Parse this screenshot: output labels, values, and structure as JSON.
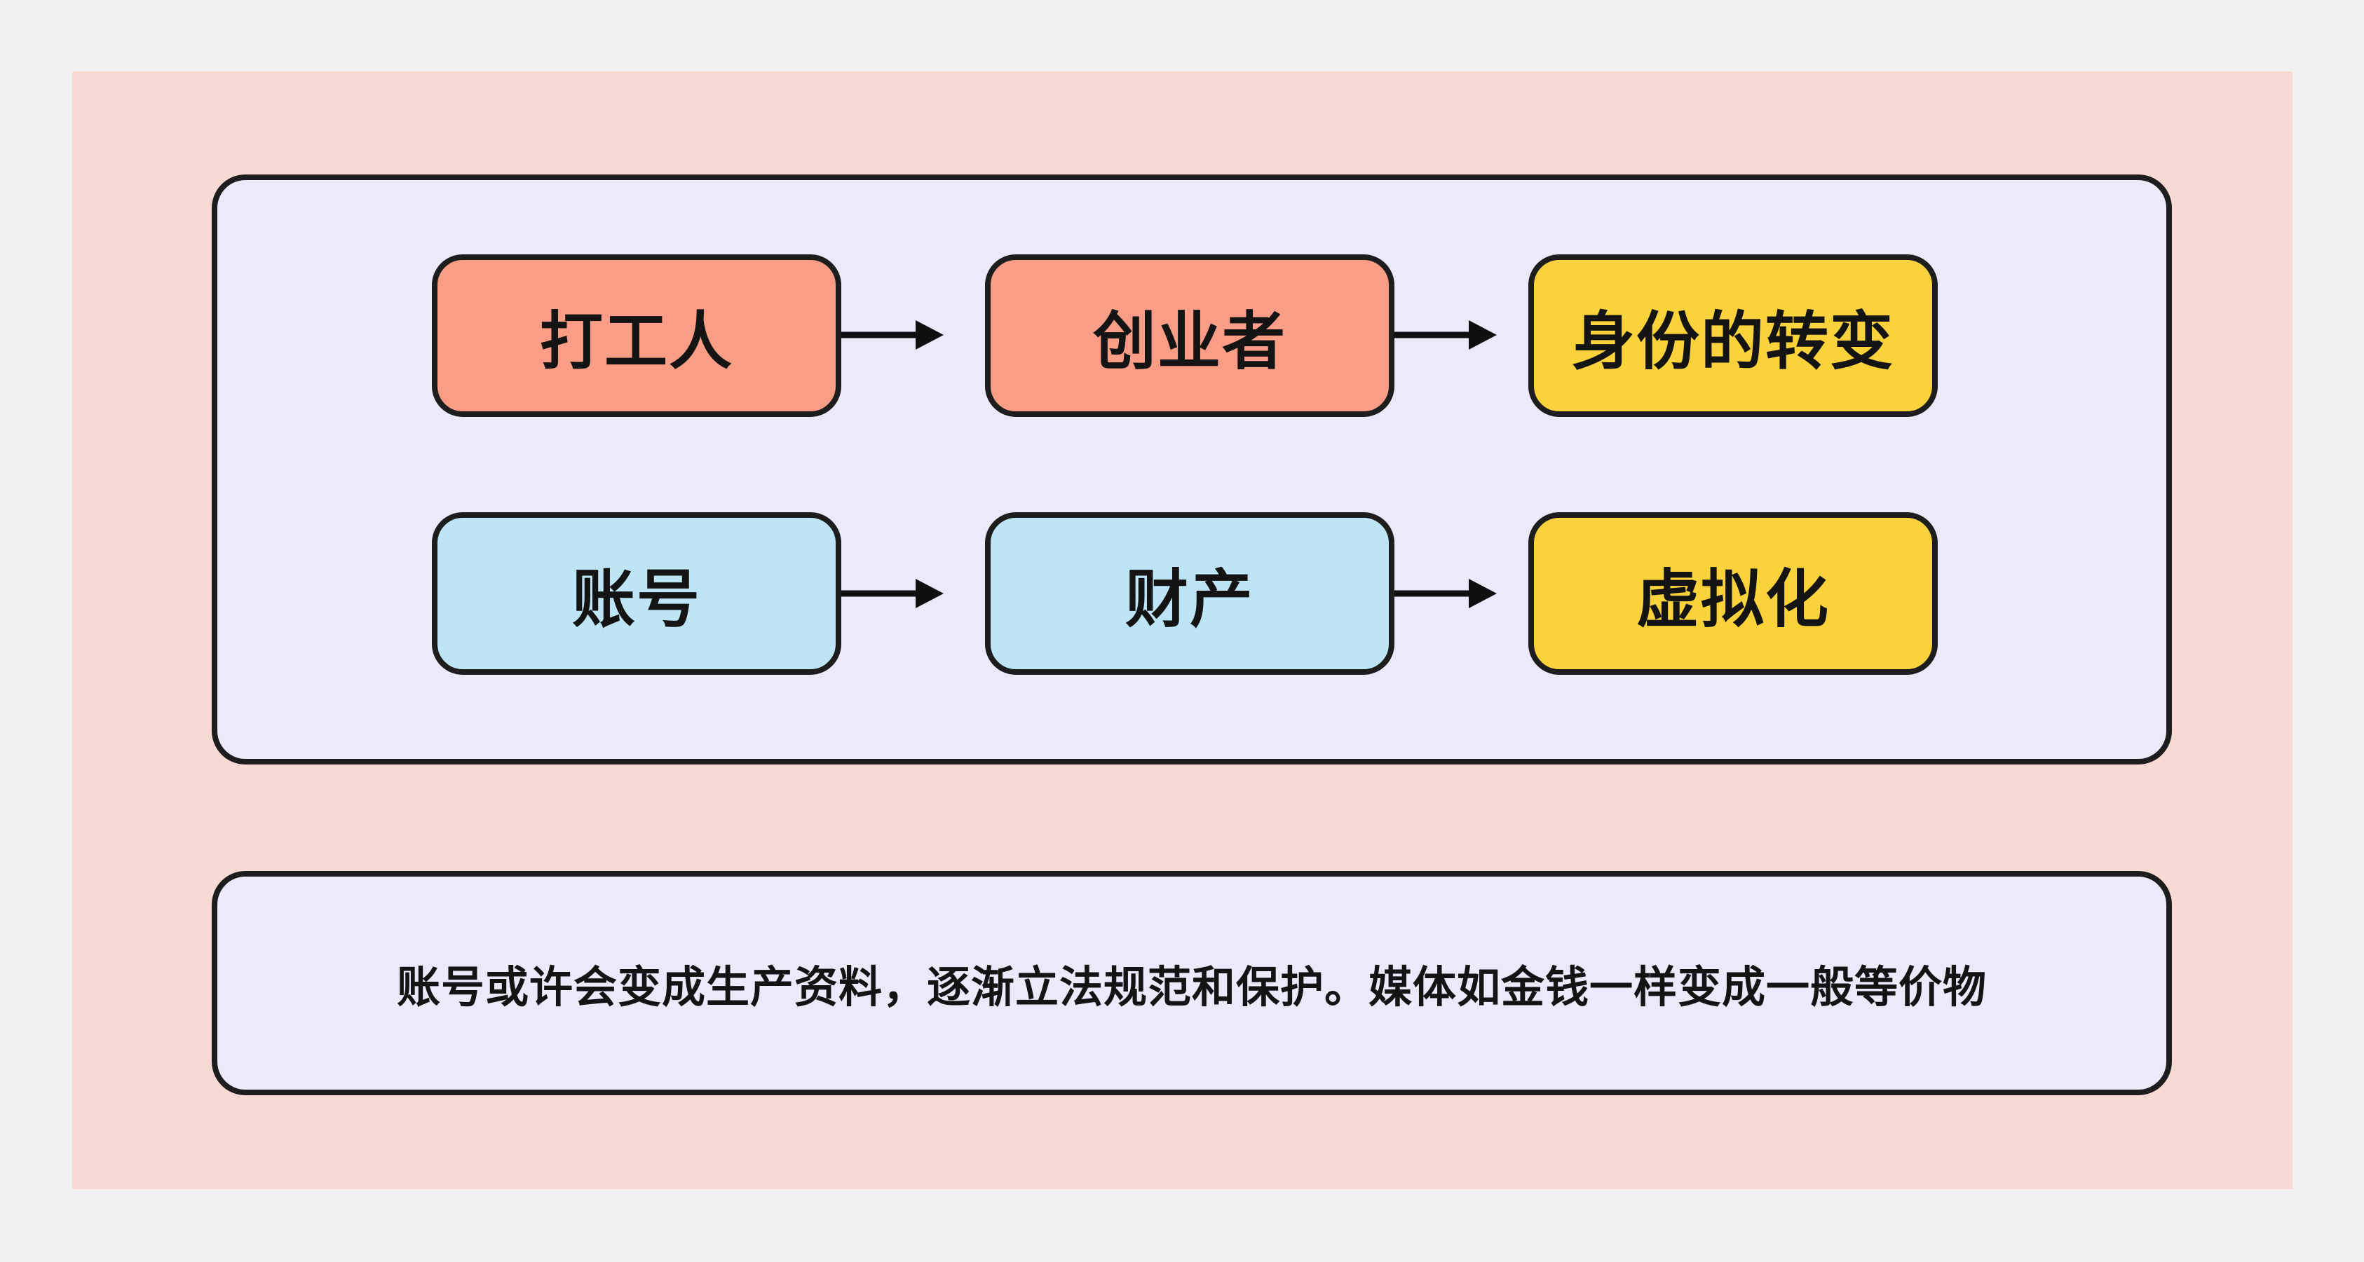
{
  "palette": {
    "page_bg": "#f0f0f1",
    "board_bg": "#f8dad4",
    "panel_bg": "#ece9fb",
    "stroke": "#1d1d1d",
    "arrow": "#0f0f0f",
    "text": "#141414",
    "node_salmon": "#fa9d86",
    "node_blue": "#bee5f5",
    "node_yellow": "#fad23c"
  },
  "flow": {
    "rows": [
      {
        "nodes": [
          {
            "label": "打工人",
            "fill": "#fa9d86"
          },
          {
            "label": "创业者",
            "fill": "#fa9d86"
          },
          {
            "label": "身份的转变",
            "fill": "#fad23c"
          }
        ]
      },
      {
        "nodes": [
          {
            "label": "账号",
            "fill": "#bee5f5"
          },
          {
            "label": "财产",
            "fill": "#bee5f5"
          },
          {
            "label": "虚拟化",
            "fill": "#fad23c"
          }
        ]
      }
    ]
  },
  "note": {
    "text": "账号或许会变成生产资料，逐渐立法规范和保护。媒体如金钱一样变成一般等价物"
  }
}
